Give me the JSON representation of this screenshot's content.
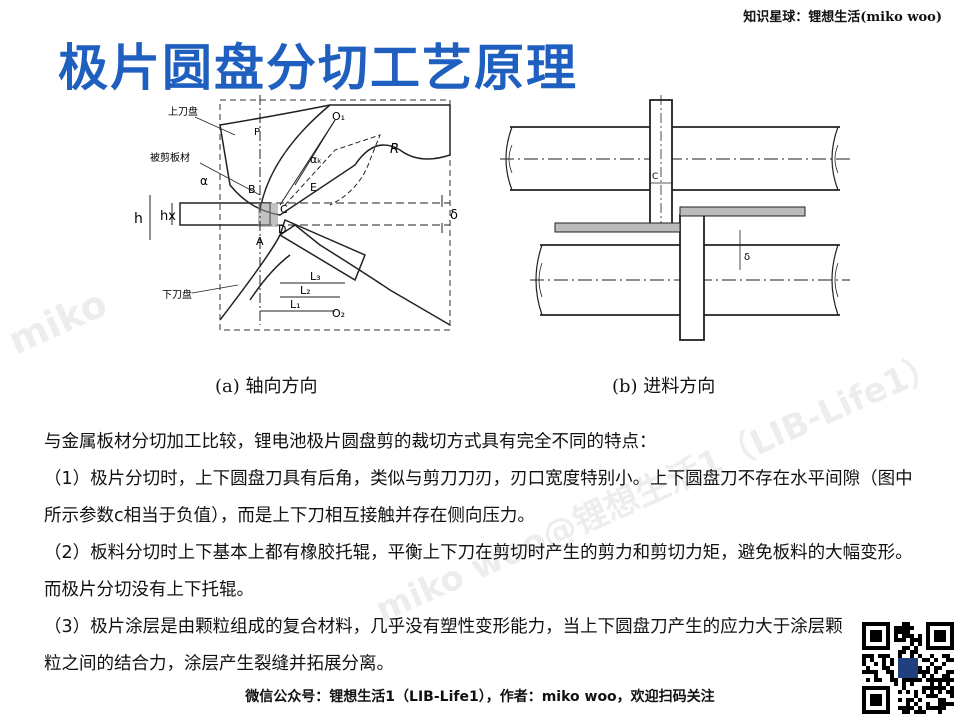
{
  "header": {
    "top_note": "知识星球：锂想生活(miko woo)",
    "title": "极片圆盘分切工艺原理"
  },
  "figure_a": {
    "caption": "(a) 轴向方向",
    "labels": {
      "upper_blade": "上刀盘",
      "sheet": "被剪板材",
      "lower_blade": "下刀盘",
      "P": "P",
      "O1": "O₁",
      "O2": "O₂",
      "R": "R",
      "alpha": "α",
      "alpha_k": "αₖ",
      "B": "B",
      "C": "C",
      "D": "D",
      "E": "E",
      "A": "A",
      "h": "h",
      "hx": "hx",
      "delta": "δ",
      "L3": "L₃",
      "L2": "L₂",
      "L1": "L₁"
    }
  },
  "figure_b": {
    "caption": "(b) 进料方向",
    "labels": {
      "c": "C",
      "delta": "δ"
    }
  },
  "body": {
    "intro": "与金属板材分切加工比较，锂电池极片圆盘剪的裁切方式具有完全不同的特点：",
    "p1": "（1）极片分切时，上下圆盘刀具有后角，类似与剪刀刀刃，刃口宽度特别小。上下圆盘刀不存在水平间隙（图中所示参数c相当于负值），而是上下刀相互接触并存在侧向压力。",
    "p2": "（2）板料分切时上下基本上都有橡胶托辊，平衡上下刀在剪切时产生的剪力和剪切力矩，避免板料的大幅变形。而极片分切没有上下托辊。",
    "p3": "（3）极片涂层是由颗粒组成的复合材料，几乎没有塑性变形能力，当上下圆盘刀产生的应力大于涂层颗粒之间的结合力，涂层产生裂缝并拓展分离。"
  },
  "footer": {
    "text": "微信公众号：锂想生活1（LIB-Life1），作者：miko woo，欢迎扫码关注"
  },
  "watermarks": [
    "miko",
    "miko woo@锂想生活1（LIB-Life1）"
  ]
}
